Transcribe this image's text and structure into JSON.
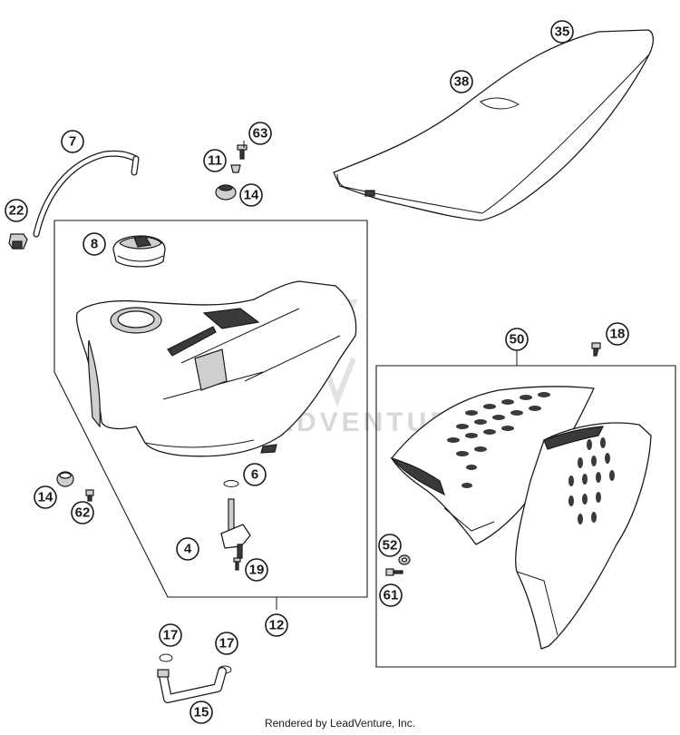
{
  "callouts": {
    "c35": "35",
    "c38": "38",
    "c7": "7",
    "c63": "63",
    "c11": "11",
    "c14a": "14",
    "c22": "22",
    "c8": "8",
    "c18": "18",
    "c50": "50",
    "c6": "6",
    "c14b": "14",
    "c62": "62",
    "c4": "4",
    "c19": "19",
    "c52": "52",
    "c61": "61",
    "c12": "12",
    "c17a": "17",
    "c17b": "17",
    "c15": "15"
  },
  "watermark": "LEADVENTURE",
  "footer": "Rendered by LeadVenture, Inc."
}
